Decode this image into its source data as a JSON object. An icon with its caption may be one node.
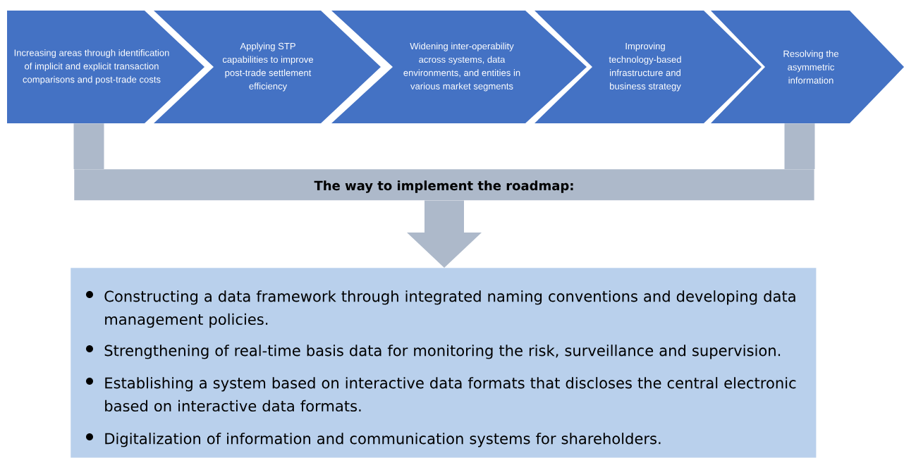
{
  "diagram": {
    "nodes": [
      {
        "text": [
          "Increasing areas through identification of implicit and explicit transaction comparisons and post-trade costs"
        ]
      },
      {
        "text": [
          "Applying STP capabilities to improve post-trade settlement efficiency"
        ]
      },
      {
        "text": [
          "Widening inter-operability across systems, data environments, and entities in various market segments"
        ]
      },
      {
        "text": [
          "Improving technology-based infrastructure and business strategy"
        ]
      },
      {
        "text": [
          "Resolving the asymmetric information"
        ]
      },
      {
        "text": [
          "The way to implement the roadmap:"
        ]
      },
      {
        "text": [
          "Constructing a data framework through integrated naming conventions and developing data management policies.",
          "Strengthening of real-time basis data for monitoring the risk, surveillance and supervision.",
          "Establishing a system based on interactive data formats that discloses the central electronic based on interactive data formats.",
          "Digitalization of information and communication systems for shareholders."
        ]
      }
    ],
    "edges": [
      {
        "from": 0,
        "to": 5,
        "arrow": "none"
      },
      {
        "from": 4,
        "to": 5,
        "arrow": "none"
      },
      {
        "from": 5,
        "to": 6,
        "arrow": "to"
      }
    ]
  }
}
